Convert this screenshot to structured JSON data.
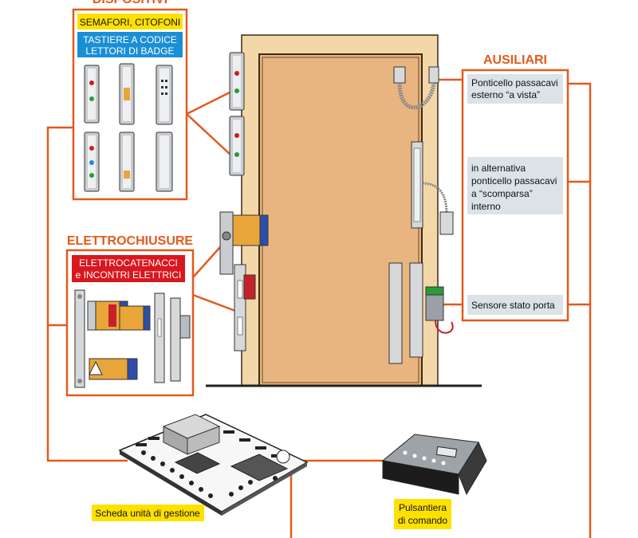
{
  "sections": {
    "dispositivi": "DISPOSITIVI",
    "elettrochiusure": "ELETTROCHIUSURE",
    "ausiliari": "AUSILIARI"
  },
  "dispositivi": {
    "tag_semafori": "SEMAFORI, CITOFONI",
    "tag_tastiere_line1": "TASTIERE A CODICE",
    "tag_tastiere_line2": "LETTORI DI BADGE"
  },
  "elettrochiusure": {
    "tag_line1": "ELETTROCATENACCI",
    "tag_line2": "e INCONTRI ELETTRICI"
  },
  "ausiliari": {
    "item1_line1": "Ponticello passacavi",
    "item1_line2": "esterno “a vista”",
    "item2_line1": "in alternativa",
    "item2_line2": "ponticello passacavi",
    "item2_line3": "a “scomparsa”",
    "item2_line4": "interno",
    "item3": "Sensore stato porta"
  },
  "labels": {
    "scheda": "Scheda unità di gestione",
    "pulsantiera_line1": "Pulsantiera",
    "pulsantiera_line2": "di comando"
  },
  "colors": {
    "orange": "#e35a1c",
    "yellow": "#ffe100",
    "blue": "#1a8fd6",
    "red": "#d8171f",
    "door": "#e8b580",
    "frame": "#f3d7a8",
    "grey_box": "#dbe2e8"
  }
}
